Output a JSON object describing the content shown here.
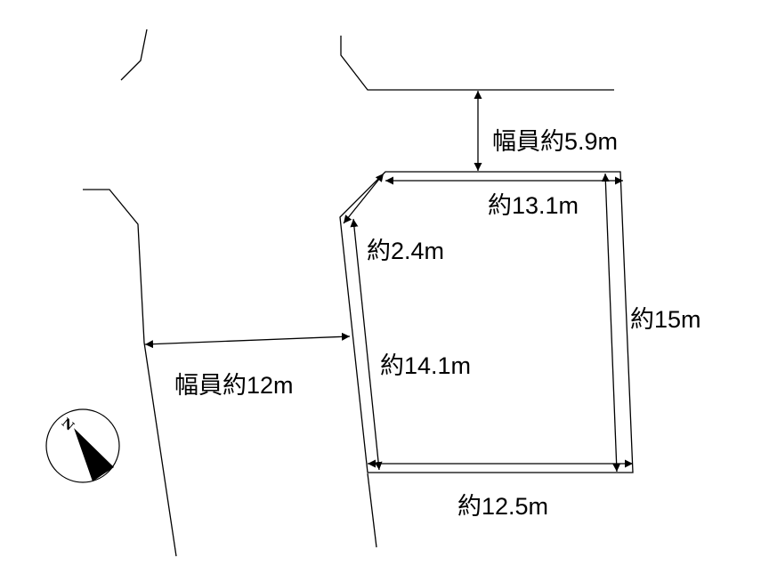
{
  "labels": {
    "road_north_width": "幅員約5.9m",
    "road_west_width": "幅員約12m",
    "top_side": "約13.1m",
    "chamfer_side": "約2.4m",
    "right_side": "約15m",
    "left_side": "約14.1m",
    "bottom_side": "約12.5m"
  },
  "compass": {
    "north_label": "N"
  }
}
